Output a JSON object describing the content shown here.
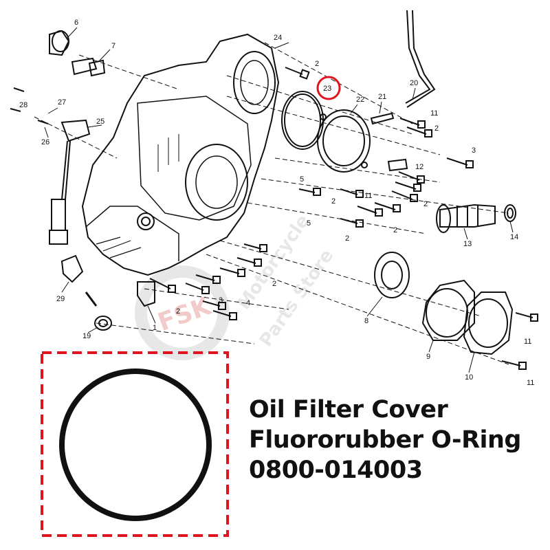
{
  "diagram": {
    "callouts": [
      {
        "id": "c1",
        "label": "1"
      },
      {
        "id": "c2a",
        "label": "2"
      },
      {
        "id": "c2b",
        "label": "2"
      },
      {
        "id": "c2c",
        "label": "2"
      },
      {
        "id": "c2d",
        "label": "2"
      },
      {
        "id": "c2e",
        "label": "2"
      },
      {
        "id": "c2f",
        "label": "2"
      },
      {
        "id": "c2g",
        "label": "2"
      },
      {
        "id": "c2h",
        "label": "2"
      },
      {
        "id": "c3a",
        "label": "3"
      },
      {
        "id": "c3b",
        "label": "3"
      },
      {
        "id": "c4",
        "label": "4"
      },
      {
        "id": "c5a",
        "label": "5"
      },
      {
        "id": "c5b",
        "label": "5"
      },
      {
        "id": "c6",
        "label": "6"
      },
      {
        "id": "c7",
        "label": "7"
      },
      {
        "id": "c8",
        "label": "8"
      },
      {
        "id": "c9",
        "label": "9"
      },
      {
        "id": "c10",
        "label": "10"
      },
      {
        "id": "c11a",
        "label": "11"
      },
      {
        "id": "c11b",
        "label": "11"
      },
      {
        "id": "c11c",
        "label": "11"
      },
      {
        "id": "c11d",
        "label": "11"
      },
      {
        "id": "c12",
        "label": "12"
      },
      {
        "id": "c13",
        "label": "13"
      },
      {
        "id": "c14",
        "label": "14"
      },
      {
        "id": "c19",
        "label": "19"
      },
      {
        "id": "c20",
        "label": "20"
      },
      {
        "id": "c21",
        "label": "21"
      },
      {
        "id": "c22",
        "label": "22"
      },
      {
        "id": "c23",
        "label": "23"
      },
      {
        "id": "c24",
        "label": "24"
      },
      {
        "id": "c25",
        "label": "25"
      },
      {
        "id": "c26",
        "label": "26"
      },
      {
        "id": "c27",
        "label": "27"
      },
      {
        "id": "c28",
        "label": "28"
      },
      {
        "id": "c29",
        "label": "29"
      }
    ],
    "highlight_color": "#e0141e",
    "watermark": "FSK Motorcycle Parts Store"
  },
  "product": {
    "line1": "Oil Filter Cover",
    "line2": "Fluororubber O-Ring",
    "line3": "0800-014003"
  },
  "colors": {
    "ink": "#111111",
    "accent_red": "#e0141e",
    "watermark": "#cfcfcf"
  }
}
